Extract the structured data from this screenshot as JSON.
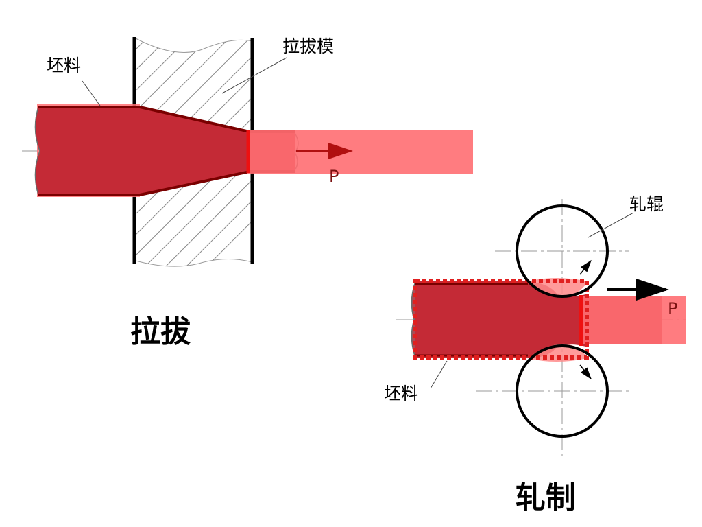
{
  "drawing": {
    "callout_billet_top": "坯料",
    "callout_die": "拉拔模",
    "force_drawing": "P",
    "caption_drawing": "拉拔",
    "callout_roll": "轧辊",
    "force_rolling": "P",
    "callout_billet_bottom": "坯料",
    "caption_rolling": "轧制"
  },
  "colors": {
    "billet": "#c42a36",
    "billet_edge": "#7a0000",
    "transparent_overlay": "#ff6e72",
    "dotted_outline": "#e02020",
    "outline": "#000000",
    "arrow_drawing": "#b01010"
  }
}
